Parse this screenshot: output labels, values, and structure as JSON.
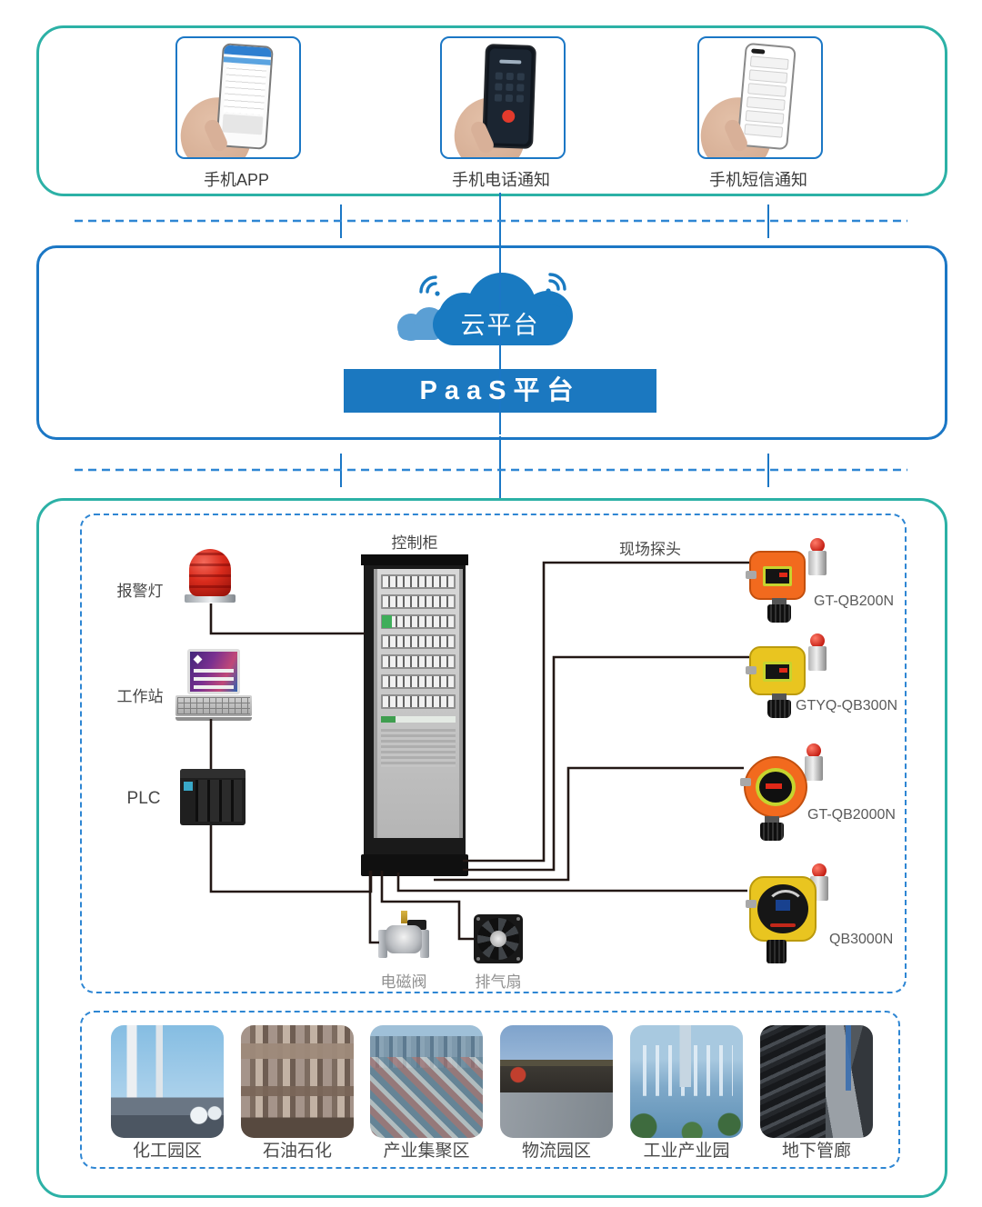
{
  "colors": {
    "teal_border": "#2cb1a6",
    "blue_border": "#1b77c5",
    "dashed_blue": "#2e86d3",
    "banner_blue": "#1b78c0",
    "cloud_blue": "#197ac1",
    "cloud_light_blue": "#5b9fd4",
    "wire_black": "#231815",
    "detector_orange": "#f26a1e",
    "detector_yellow": "#e9c520",
    "beacon_red": "#d92b1c"
  },
  "top_section": {
    "phones": [
      {
        "icon": "phone-app-icon",
        "label": "手机APP"
      },
      {
        "icon": "phone-call-icon",
        "label": "手机电话通知"
      },
      {
        "icon": "phone-sms-icon",
        "label": "手机短信通知"
      }
    ]
  },
  "cloud_section": {
    "cloud_label": "云平台",
    "banner_label": "PaaS平台"
  },
  "system_section": {
    "cabinet_label": "控制柜",
    "probes_label": "现场探头",
    "alarm_label": "报警灯",
    "workstation_label": "工作站",
    "plc_label": "PLC",
    "valve_label": "电磁阀",
    "fan_label": "排气扇",
    "detectors": [
      {
        "model": "GT-QB200N",
        "body": "orange-square"
      },
      {
        "model": "GTYQ-QB300N",
        "body": "yellow-square"
      },
      {
        "model": "GT-QB2000N",
        "body": "orange-round"
      },
      {
        "model": "QB3000N",
        "body": "yellow-round-bezel"
      }
    ]
  },
  "scenes": [
    {
      "label": "化工园区"
    },
    {
      "label": "石油石化"
    },
    {
      "label": "产业集聚区"
    },
    {
      "label": "物流园区"
    },
    {
      "label": "工业产业园"
    },
    {
      "label": "地下管廊"
    }
  ]
}
